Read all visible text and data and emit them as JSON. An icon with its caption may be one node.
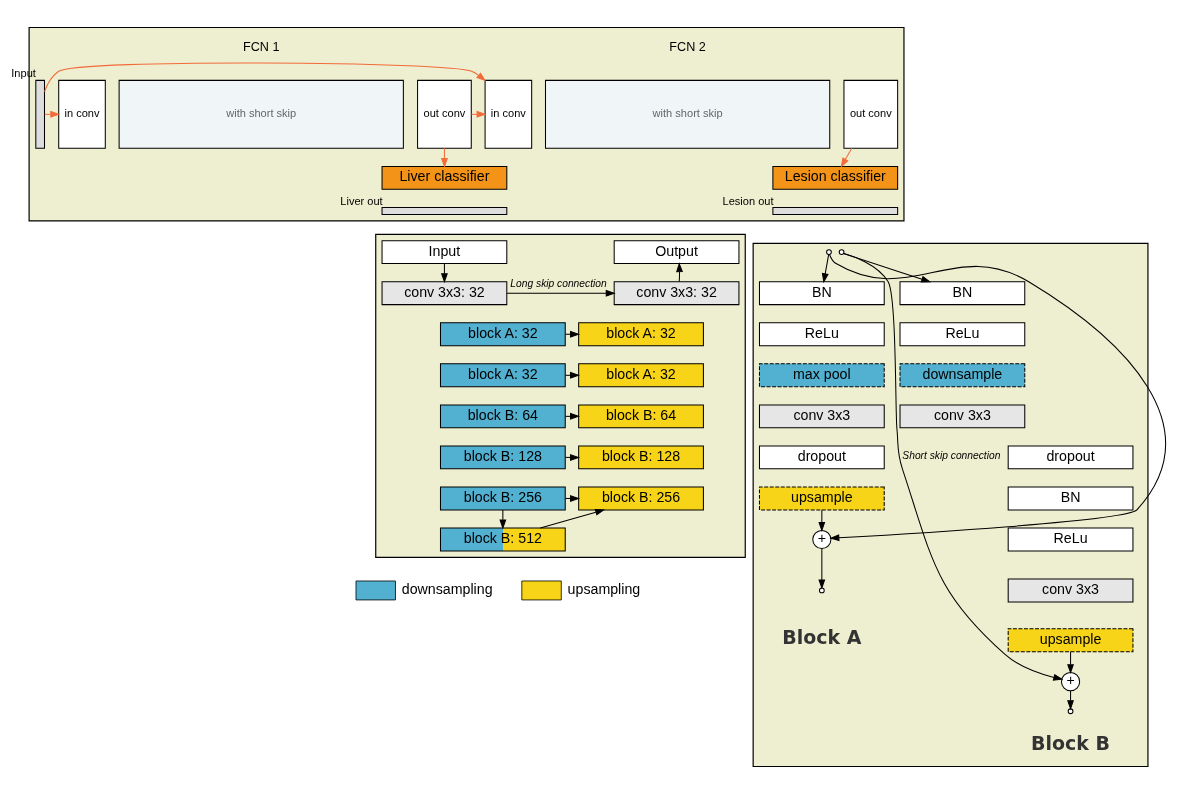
{
  "diagram": {
    "nodes": [
      {
        "text": [],
        "shape": "box"
      },
      {
        "text": [],
        "shape": "bar",
        "in": 0,
        "beside": [
          "Input"
        ]
      },
      {
        "text": [
          "in conv"
        ],
        "in": 0
      },
      {
        "text": [
          "with short skip"
        ],
        "in": 0
      },
      {
        "text": [
          "out conv"
        ],
        "in": 0
      },
      {
        "text": [
          "in conv"
        ],
        "in": 0
      },
      {
        "text": [
          "with short skip"
        ],
        "in": 0
      },
      {
        "text": [
          "out conv"
        ],
        "in": 0
      },
      {
        "text": [
          "Liver classifier"
        ],
        "in": 0
      },
      {
        "text": [],
        "shape": "bar",
        "in": 0,
        "beside": [
          "Liver out"
        ]
      },
      {
        "text": [
          "Lesion classifier"
        ],
        "in": 0
      },
      {
        "text": [],
        "shape": "bar",
        "in": 0,
        "beside": [
          "Lesion out"
        ]
      },
      {
        "text": [],
        "shape": "box"
      },
      {
        "text": [
          "Input"
        ],
        "in": 12
      },
      {
        "text": [
          "Output"
        ],
        "in": 12
      },
      {
        "text": [
          "conv 3x3: 32"
        ],
        "in": 12
      },
      {
        "text": [
          "conv 3x3: 32"
        ],
        "in": 12
      },
      {
        "text": [
          "block A: 32"
        ],
        "in": 12
      },
      {
        "text": [
          "block A: 32"
        ],
        "in": 12
      },
      {
        "text": [
          "block A: 32"
        ],
        "in": 12
      },
      {
        "text": [
          "block A: 32"
        ],
        "in": 12
      },
      {
        "text": [
          "block B: 64"
        ],
        "in": 12
      },
      {
        "text": [
          "block B: 64"
        ],
        "in": 12
      },
      {
        "text": [
          "block B: 128"
        ],
        "in": 12
      },
      {
        "text": [
          "block B: 128"
        ],
        "in": 12
      },
      {
        "text": [
          "block B: 256"
        ],
        "in": 12
      },
      {
        "text": [
          "block B: 256"
        ],
        "in": 12
      },
      {
        "text": [
          "block B: 512"
        ],
        "in": 12
      },
      {
        "text": [],
        "shape": "box"
      },
      {
        "text": [],
        "shape": "circle",
        "in": 28
      },
      {
        "text": [
          "BN"
        ],
        "in": 28
      },
      {
        "text": [
          "ReLu"
        ],
        "in": 28
      },
      {
        "text": [
          "max pool"
        ],
        "in": 28
      },
      {
        "text": [
          "conv 3x3"
        ],
        "in": 28
      },
      {
        "text": [
          "dropout"
        ],
        "in": 28
      },
      {
        "text": [
          "upsample"
        ],
        "in": 28
      },
      {
        "text": [
          "+"
        ],
        "in": 28
      },
      {
        "text": [],
        "shape": "circle",
        "in": 28
      },
      {
        "text": [],
        "shape": "circle",
        "in": 28
      },
      {
        "text": [
          "BN"
        ],
        "in": 28
      },
      {
        "text": [
          "ReLu"
        ],
        "in": 28
      },
      {
        "text": [
          "downsample"
        ],
        "in": 28
      },
      {
        "text": [
          "conv 3x3"
        ],
        "in": 28
      },
      {
        "text": [
          "dropout"
        ],
        "in": 28
      },
      {
        "text": [
          "BN"
        ],
        "in": 28
      },
      {
        "text": [
          "ReLu"
        ],
        "in": 28
      },
      {
        "text": [
          "conv 3x3"
        ],
        "in": 28
      },
      {
        "text": [
          "upsample"
        ],
        "in": 28
      },
      {
        "text": [
          "+"
        ],
        "in": 28
      },
      {
        "text": [],
        "shape": "circle",
        "in": 28
      }
    ],
    "edges": [
      {
        "from": 1,
        "to": 2,
        "arrow": "to",
        "color": "#f26b3a"
      },
      {
        "from": 1,
        "to": 5,
        "arrow": "to",
        "color": "#f26b3a"
      },
      {
        "from": 4,
        "to": 5,
        "arrow": "to",
        "color": "#f26b3a"
      },
      {
        "from": 4,
        "to": 8,
        "arrow": "to",
        "color": "#f26b3a"
      },
      {
        "from": 7,
        "to": 10,
        "arrow": "to",
        "color": "#f26b3a"
      },
      {
        "from": 13,
        "to": 15,
        "arrow": "to"
      },
      {
        "from": 15,
        "to": 16,
        "arrow": "to",
        "label": "Long skip connection"
      },
      {
        "from": 17,
        "to": 18,
        "arrow": "to"
      },
      {
        "from": 19,
        "to": 20,
        "arrow": "to"
      },
      {
        "from": 21,
        "to": 22,
        "arrow": "to"
      },
      {
        "from": 23,
        "to": 24,
        "arrow": "to"
      },
      {
        "from": 25,
        "to": 26,
        "arrow": "to"
      },
      {
        "from": 25,
        "to": 27,
        "arrow": "to"
      },
      {
        "from": 27,
        "to": 26,
        "arrow": "to"
      },
      {
        "from": 16,
        "to": 14,
        "arrow": "to"
      },
      {
        "from": 29,
        "to": 30,
        "arrow": "to"
      },
      {
        "from": 29,
        "to": 36,
        "arrow": "to"
      },
      {
        "from": 35,
        "to": 36,
        "arrow": "to"
      },
      {
        "from": 36,
        "to": 37,
        "arrow": "to"
      },
      {
        "from": 38,
        "to": 39,
        "arrow": "to"
      },
      {
        "from": 38,
        "to": 48,
        "arrow": "to",
        "label": "Short skip connection"
      },
      {
        "from": 47,
        "to": 48,
        "arrow": "to"
      },
      {
        "from": 48,
        "to": 49,
        "arrow": "to"
      }
    ],
    "labels": [
      "FCN 1",
      "FCN 2",
      "Block A",
      "Block B"
    ],
    "legend": [
      {
        "text": "downsampling",
        "color": "#52b0d0"
      },
      {
        "text": "upsampling",
        "color": "#f7d417"
      }
    ]
  }
}
